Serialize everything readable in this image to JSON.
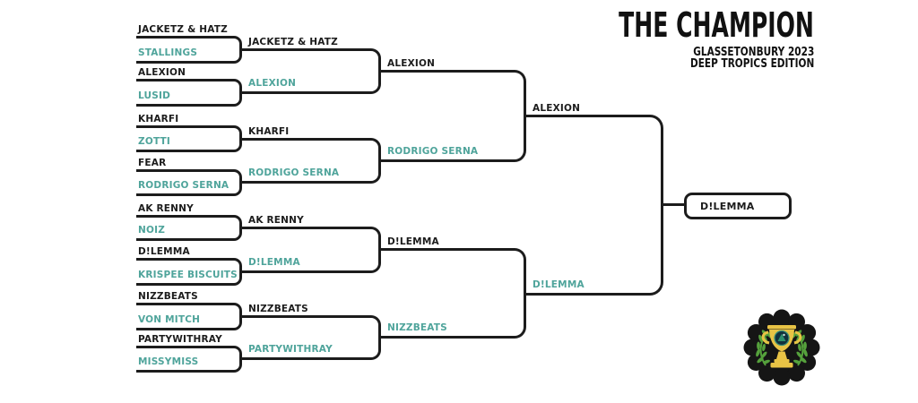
{
  "header": {
    "title": "THE CHAMPION",
    "subtitle_line1": "GLASSETONBURY 2023",
    "subtitle_line2": "DEEP TROPICS EDITION"
  },
  "colors": {
    "line": "#1c1c1c",
    "teal": "#4fa49b",
    "badge": "#151515",
    "gold": "#e8c345",
    "green": "#55a13c",
    "emblem_dark": "#12303c",
    "emblem_teal": "#2e8f6d",
    "emblem_ring": "#3a8f78"
  },
  "bracket": {
    "round1": [
      {
        "p1": "JACKETZ & HATZ",
        "p2": "STALLINGS"
      },
      {
        "p1": "ALEXION",
        "p2": "LUSID"
      },
      {
        "p1": "KHARFI",
        "p2": "ZOTTI"
      },
      {
        "p1": "FEAR",
        "p2": "RODRIGO SERNA"
      },
      {
        "p1": "AK RENNY",
        "p2": "NOIZ"
      },
      {
        "p1": "D!LEMMA",
        "p2": "KRISPEE BISCUITS"
      },
      {
        "p1": "NIZZBEATS",
        "p2": "VON MITCH"
      },
      {
        "p1": "PARTYWITHRAY",
        "p2": "MISSYMISS"
      }
    ],
    "round2": [
      {
        "p1": "JACKETZ & HATZ",
        "p2": "ALEXION"
      },
      {
        "p1": "KHARFI",
        "p2": "RODRIGO SERNA"
      },
      {
        "p1": "AK RENNY",
        "p2": "D!LEMMA"
      },
      {
        "p1": "NIZZBEATS",
        "p2": "PARTYWITHRAY"
      }
    ],
    "semifinals": [
      {
        "p1": "ALEXION",
        "p2": "RODRIGO SERNA"
      },
      {
        "p1": "D!LEMMA",
        "p2": "NIZZBEATS"
      }
    ],
    "final": {
      "p1": "ALEXION",
      "p2": "D!LEMMA"
    },
    "champion": "D!LEMMA"
  }
}
